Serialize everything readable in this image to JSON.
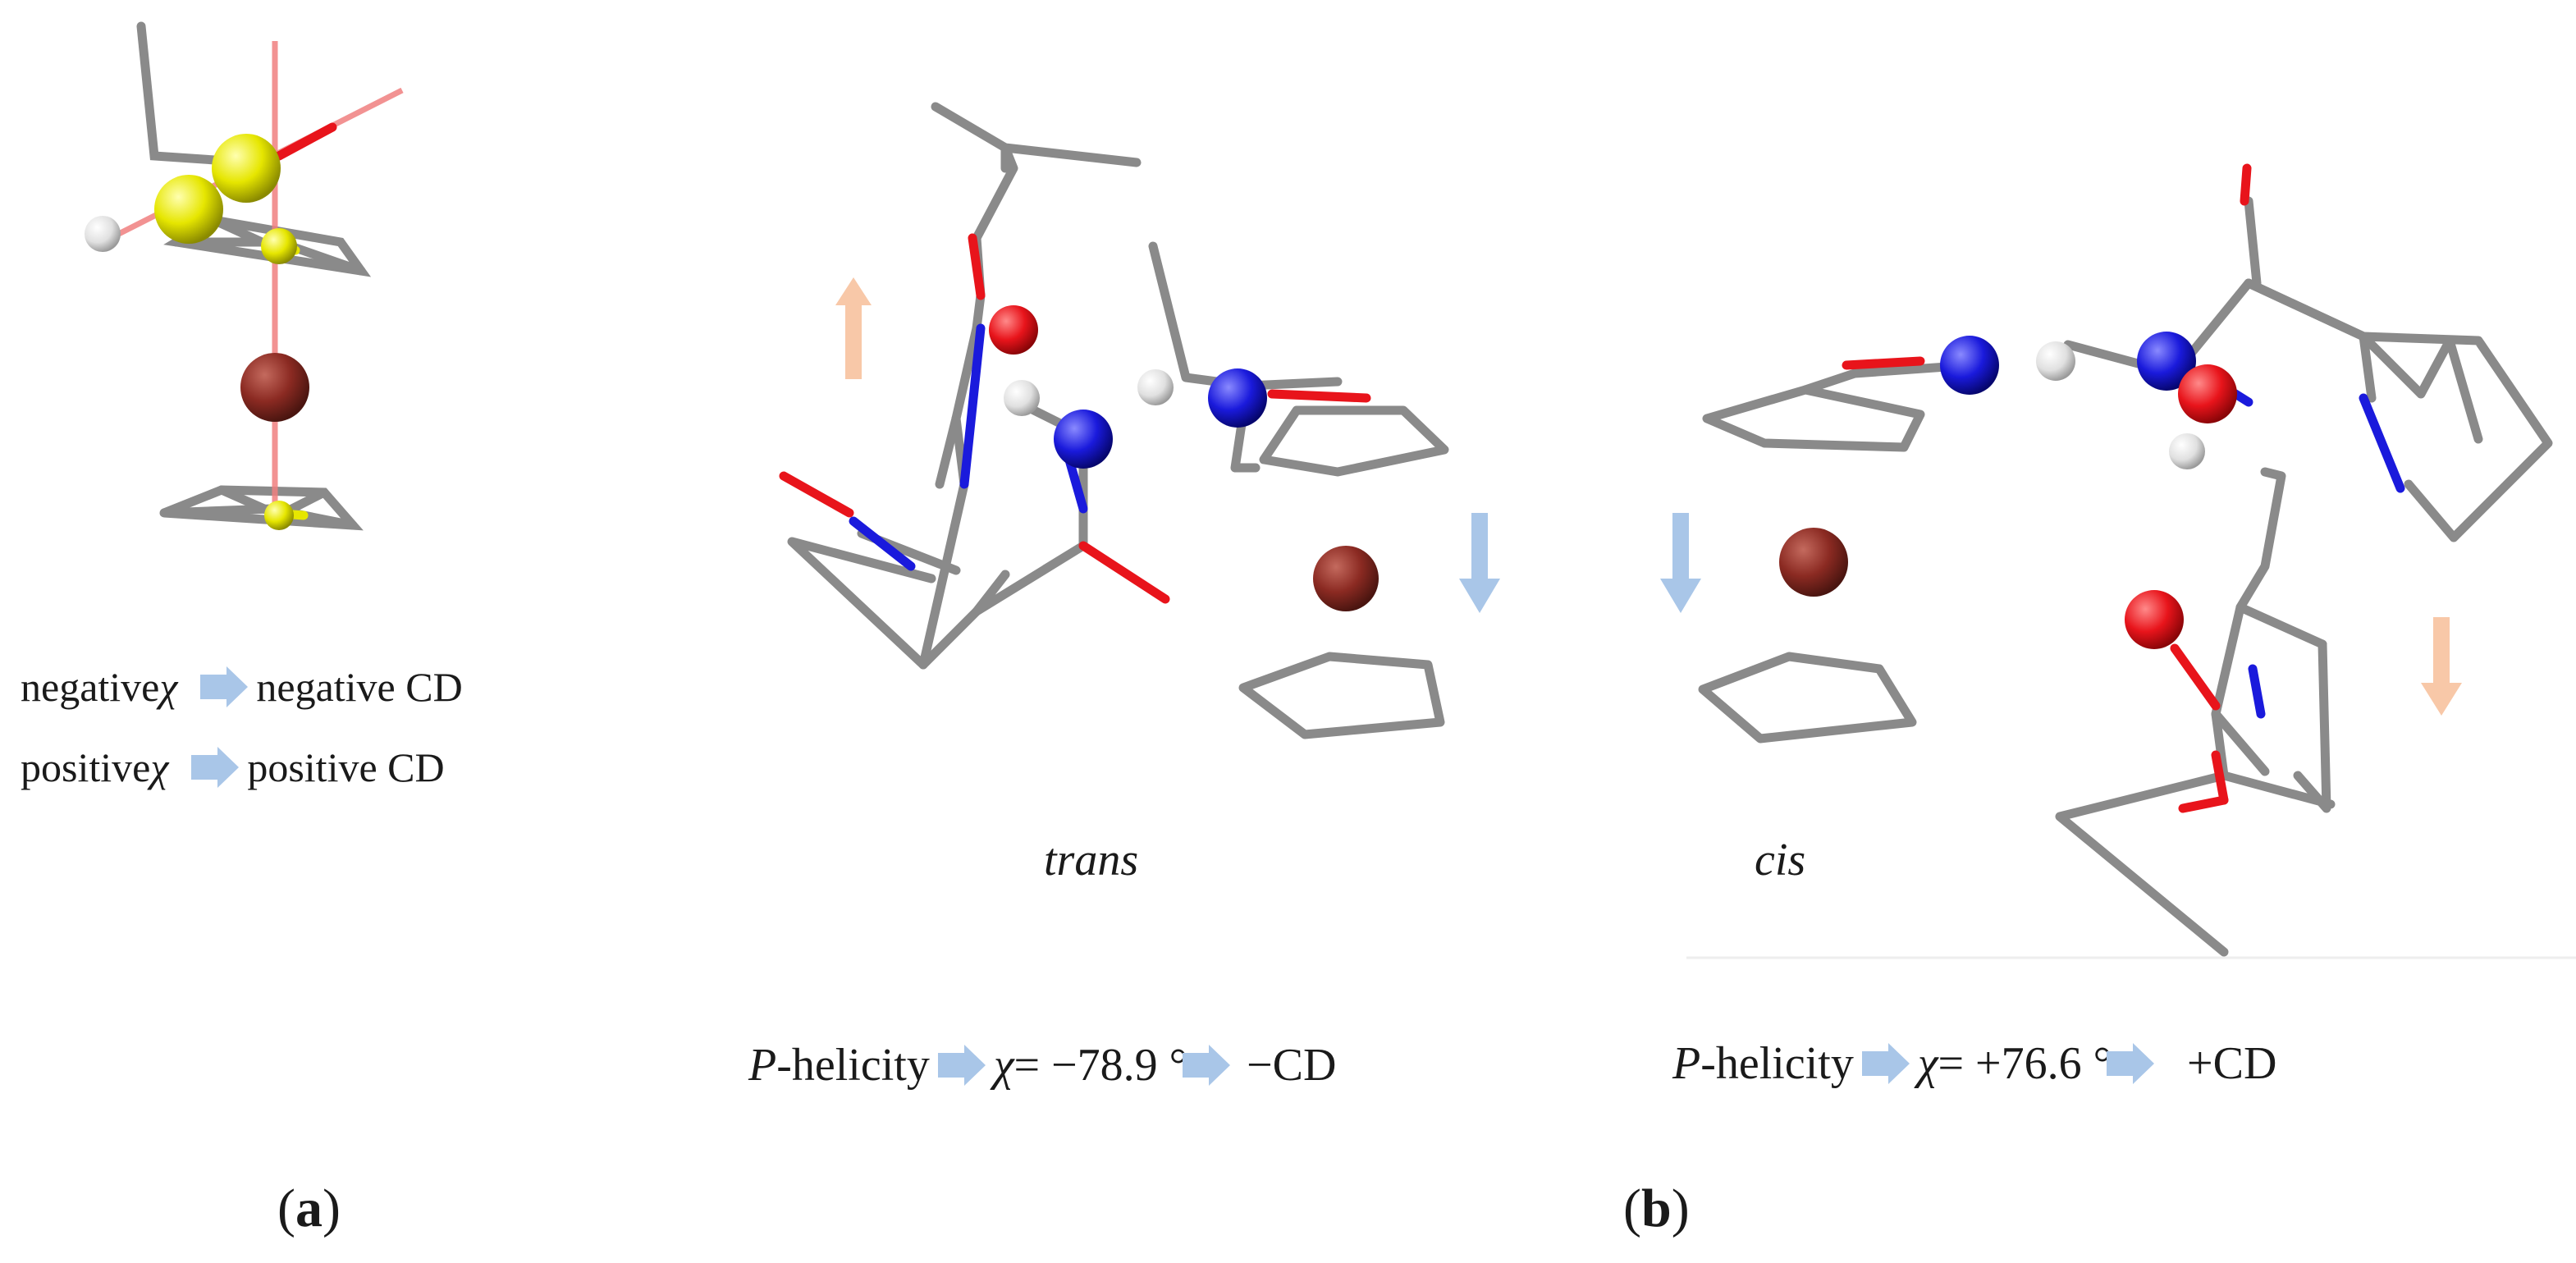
{
  "panel_a": {
    "label_bold": "a",
    "rule1": {
      "left": "negative ",
      "symbol": "χ",
      "right": "negative CD"
    },
    "rule2": {
      "left": "positive ",
      "symbol": "χ",
      "right": "positive CD"
    }
  },
  "panel_b": {
    "label_bold": "b",
    "trans_label": "trans",
    "cis_label": "cis",
    "trans_row": {
      "p": "P",
      "helicity": "-helicity",
      "chi": "χ",
      "value": " = −78.9 °",
      "cd": "−CD"
    },
    "cis_row": {
      "p": "P",
      "helicity": "-helicity",
      "chi": "χ",
      "value": " = +76.6 °",
      "cd": "+CD"
    }
  },
  "colors": {
    "bond": "#8a8a8a",
    "oxygen": "#e8141b",
    "nitrogen": "#1a1adc",
    "sulfur": "#e6e600",
    "iron": "#8b2a22",
    "hydrogen": "#e8e8e8",
    "arrow_blue": "#a9c6e8",
    "arrow_orange": "#f8c8a8",
    "axis": "#f08080"
  },
  "icons": [
    "blue-chevron-arrow-icon",
    "blue-down-arrow-icon",
    "orange-up-arrow-icon",
    "orange-down-arrow-icon"
  ]
}
